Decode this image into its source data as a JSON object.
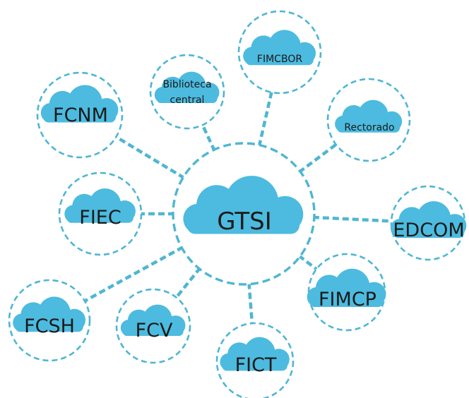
{
  "center": {
    "label": "GTSI"
  },
  "nodes": [
    {
      "id": "fcnm",
      "label": "FCNM"
    },
    {
      "id": "biblioteca",
      "label": "Biblioteca",
      "label2": "central"
    },
    {
      "id": "fimcbor",
      "label": "FIMCBOR"
    },
    {
      "id": "rectorado",
      "label": "Rectorado"
    },
    {
      "id": "fiec",
      "label": "FIEC"
    },
    {
      "id": "edcom",
      "label": "EDCOM"
    },
    {
      "id": "fcsh",
      "label": "FCSH"
    },
    {
      "id": "fcv",
      "label": "FCV"
    },
    {
      "id": "fict",
      "label": "FICT"
    },
    {
      "id": "fimcp",
      "label": "FIMCP"
    }
  ],
  "colors": {
    "cloud": "#4cbbdf",
    "dashes": "#4fb6d2",
    "text": "#1a1a1a"
  }
}
